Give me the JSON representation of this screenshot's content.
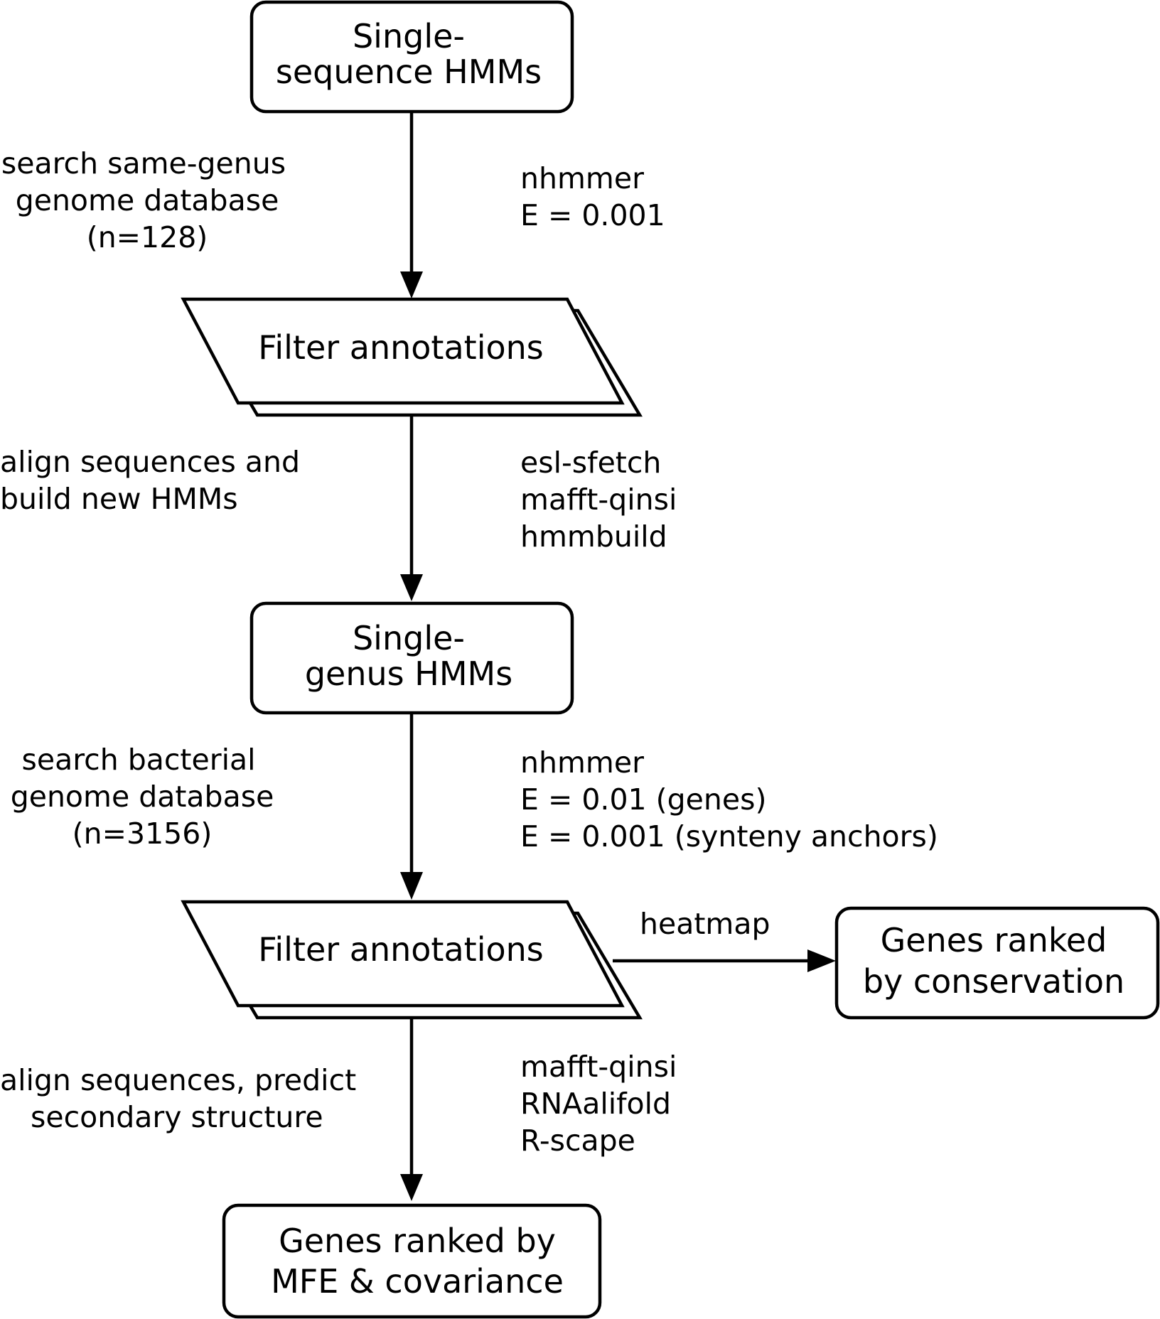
{
  "nodes": {
    "single_sequence_hmms": {
      "lines": [
        "Single-",
        "sequence HMMs"
      ]
    },
    "filter_annotations_1": {
      "lines": [
        "Filter annotations"
      ]
    },
    "single_genus_hmms": {
      "lines": [
        "Single-",
        "genus HMMs"
      ]
    },
    "filter_annotations_2": {
      "lines": [
        "Filter annotations"
      ]
    },
    "genes_ranked_conservation": {
      "lines": [
        "Genes ranked",
        "by conservation"
      ]
    },
    "genes_ranked_mfe": {
      "lines": [
        "Genes ranked by",
        "MFE & covariance"
      ]
    }
  },
  "edges": {
    "edge1": {
      "step_label": [
        "search same-genus",
        "genome database",
        "(n=128)"
      ],
      "tool_label": [
        "nhmmer",
        "E = 0.001"
      ]
    },
    "edge2": {
      "step_label": [
        "align sequences and",
        "build new HMMs"
      ],
      "tool_label": [
        "esl-sfetch",
        "mafft-qinsi",
        "hmmbuild"
      ]
    },
    "edge3": {
      "step_label": [
        "search bacterial",
        "genome database",
        "(n=3156)"
      ],
      "tool_label": [
        "nhmmer",
        "E = 0.01 (genes)",
        "E = 0.001 (synteny anchors)"
      ]
    },
    "edge4": {
      "tool_label": [
        "heatmap"
      ]
    },
    "edge5": {
      "step_label": [
        "align sequences, predict",
        "secondary structure"
      ],
      "tool_label": [
        "mafft-qinsi",
        "RNAalifold",
        "R-scape"
      ]
    }
  }
}
